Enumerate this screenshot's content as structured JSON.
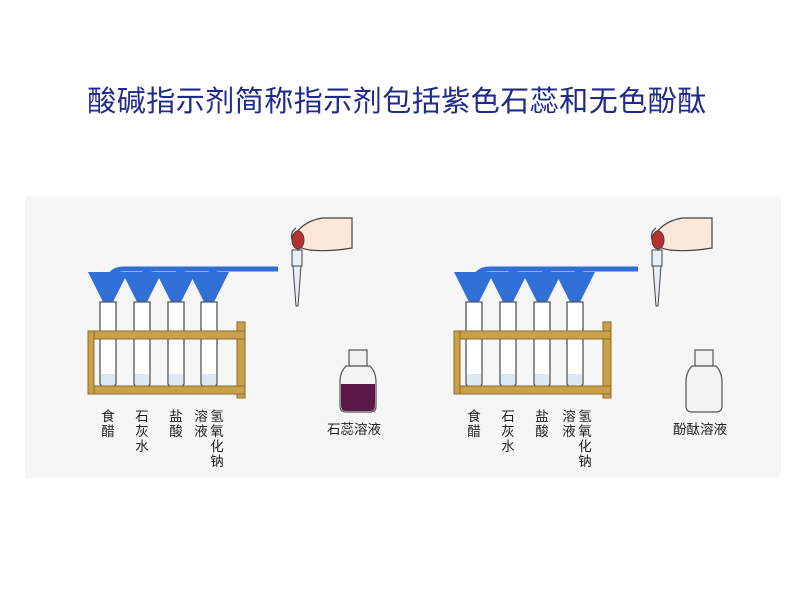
{
  "title": "酸碱指示剂简称指示剂包括紫色石蕊和无色酚酞",
  "left_setup": {
    "tubes": [
      {
        "label": "食醋"
      },
      {
        "label": "石灰水"
      },
      {
        "label": "盐酸"
      },
      {
        "label": "溶液"
      },
      {
        "label": "氢氧化钠"
      }
    ],
    "bottle_label": "石蕊溶液",
    "bottle_color": "#5a1846"
  },
  "right_setup": {
    "tubes": [
      {
        "label": "食醋"
      },
      {
        "label": "石灰水"
      },
      {
        "label": "盐酸"
      },
      {
        "label": "溶液"
      },
      {
        "label": "氢氧化钠"
      }
    ],
    "bottle_label": "酚酞溶液",
    "bottle_color": "#f4f4f4"
  },
  "colors": {
    "title": "#1f2a8a",
    "arrow": "#2f6fd6",
    "rack": "#caa04a",
    "rack_dark": "#8a6a2a"
  }
}
